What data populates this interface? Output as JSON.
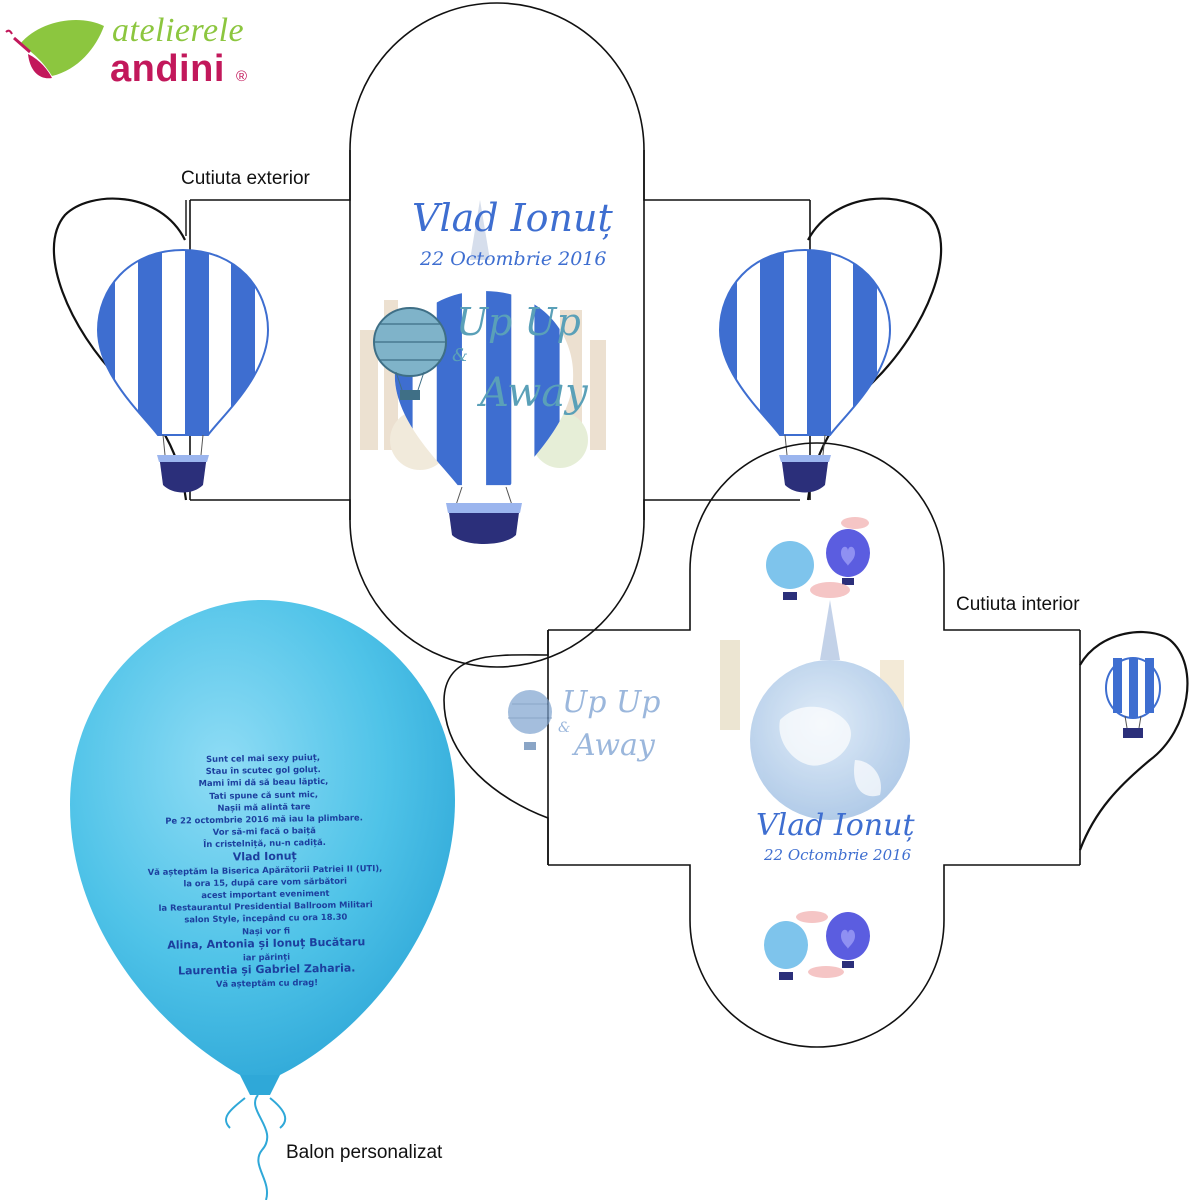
{
  "brand": {
    "line1": "atelierele",
    "line2": "andini",
    "reg": "®"
  },
  "labels": {
    "outer_box": "Cutiuta exterior",
    "inner_box": "Cutiuta interior",
    "balloon": "Balon personalizat"
  },
  "outer_card": {
    "name": "Vlad Ionuț",
    "date": "22 Octombrie 2016",
    "motto_top": "Up Up",
    "motto_amp": "&",
    "motto_bottom": "Away"
  },
  "inner_card": {
    "motto_top": "Up Up",
    "motto_amp": "&",
    "motto_bottom": "Away",
    "name": "Vlad Ionuț",
    "date": "22 Octombrie 2016"
  },
  "balloon_text": {
    "lines": [
      "Sunt cel mai sexy puiuț,",
      "Stau în scutec gol goluț.",
      "Mami îmi dă să beau lăptic,",
      "Tati spune că sunt mic,",
      "Nașii mă alintă tare",
      "Pe 22 octombrie 2016 mă iau la plimbare.",
      "Vor să-mi facă o baiță",
      "În cristelniță, nu-n cadiță.",
      "Vlad Ionuț",
      "Vă așteptăm la Biserica Apărătorii Patriei II (UTI),",
      "la ora 15, după care vom sărbători",
      "acest important eveniment",
      "la Restaurantul Presidential Ballroom Militari",
      "salon Style, începând cu ora 18.30",
      "Nași vor fi",
      "Alina, Antonia și Ionuț Bucătaru",
      "iar părinți",
      "Laurentia și Gabriel Zaharia.",
      "Vă așteptăm cu drag!"
    ]
  },
  "colors": {
    "brand_green": "#8cc63f",
    "brand_pink": "#c2185b",
    "balloon_blue": "#3e6ed0",
    "latex_balloon": "#4fc3e8",
    "text_blue": "#1c3f9e"
  }
}
